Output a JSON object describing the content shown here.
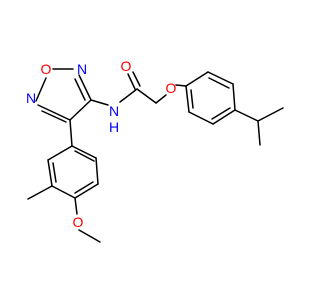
{
  "molecule": {
    "atom_labels": {
      "ring_o": "O",
      "ring_n1": "N",
      "ring_n2": "N",
      "amide_n": "N",
      "amide_h": "H",
      "carbonyl_o": "O",
      "ether_o": "O",
      "methoxy_o": "O"
    },
    "colors": {
      "bond": "#000000",
      "oxygen": "#ff0000",
      "nitrogen": "#0000ff",
      "background": "#ffffff"
    }
  }
}
